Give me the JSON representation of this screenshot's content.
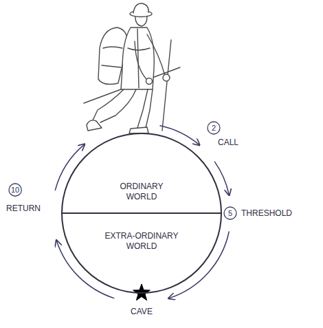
{
  "diagram": {
    "nodes": [
      {
        "text": [
          "2"
        ]
      },
      {
        "text": [
          "ORDINARY WORLD"
        ]
      },
      {
        "text": [
          "10"
        ]
      },
      {
        "text": [
          "5"
        ]
      },
      {
        "text": [
          "EXTRA-ORDINARY WORLD"
        ]
      }
    ],
    "labels": [
      "CALL",
      "RETURN",
      "THRESHOLD",
      "CAVE"
    ]
  }
}
